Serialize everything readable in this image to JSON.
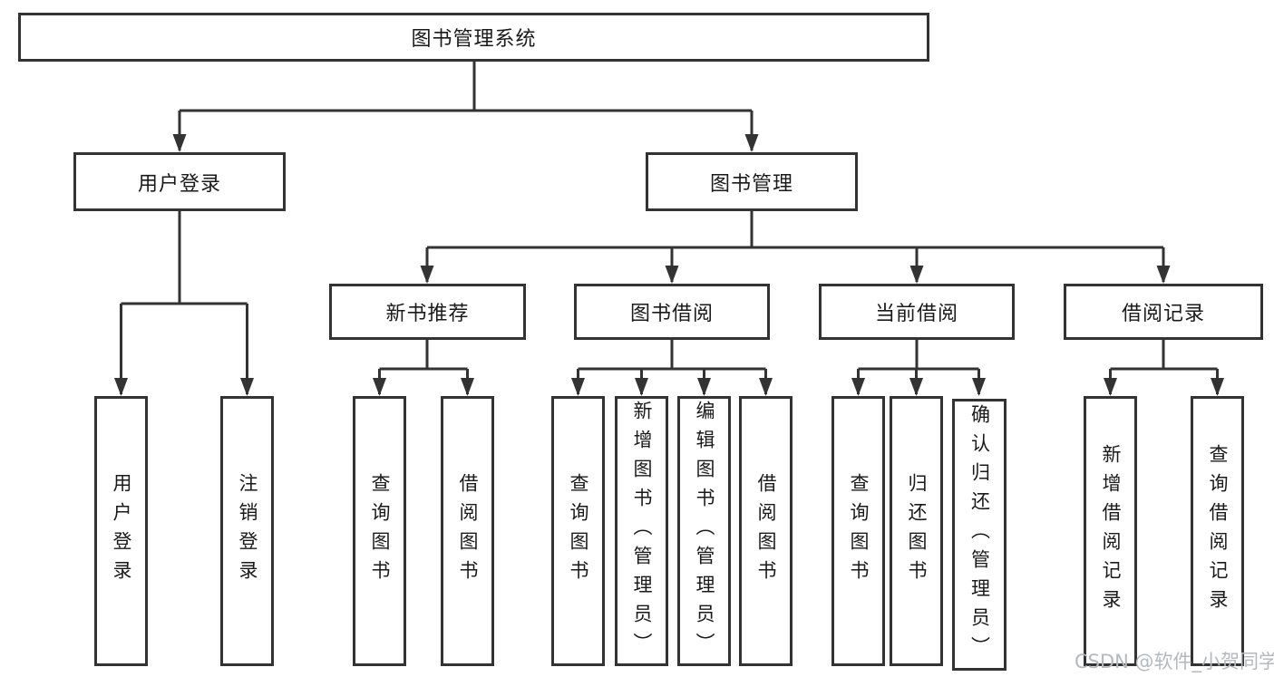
{
  "diagram": {
    "tree": {
      "root": "图书管理系统",
      "branches": [
        {
          "label": "用户登录",
          "leaves": [
            "用户登录",
            "注销登录"
          ]
        },
        {
          "label": "图书管理",
          "groups": [
            {
              "label": "新书推荐",
              "leaves": [
                "查询图书",
                "借阅图书"
              ]
            },
            {
              "label": "图书借阅",
              "leaves": [
                "查询图书",
                "新增图书（管理员）",
                "编辑图书（管理员）",
                "借阅图书"
              ]
            },
            {
              "label": "当前借阅",
              "leaves": [
                "查询图书",
                "归还图书",
                "确认归还（管理员）"
              ]
            },
            {
              "label": "借阅记录",
              "leaves": [
                "新增借阅记录",
                "查询借阅记录"
              ]
            }
          ]
        }
      ]
    },
    "colors": {
      "line": "#333333",
      "box_border": "#333333",
      "box_fill": "#ffffff",
      "text": "#1a1a1a",
      "watermark": "#b3b9bf"
    }
  },
  "watermark": {
    "text": "CSDN @软件_小贺同学"
  }
}
